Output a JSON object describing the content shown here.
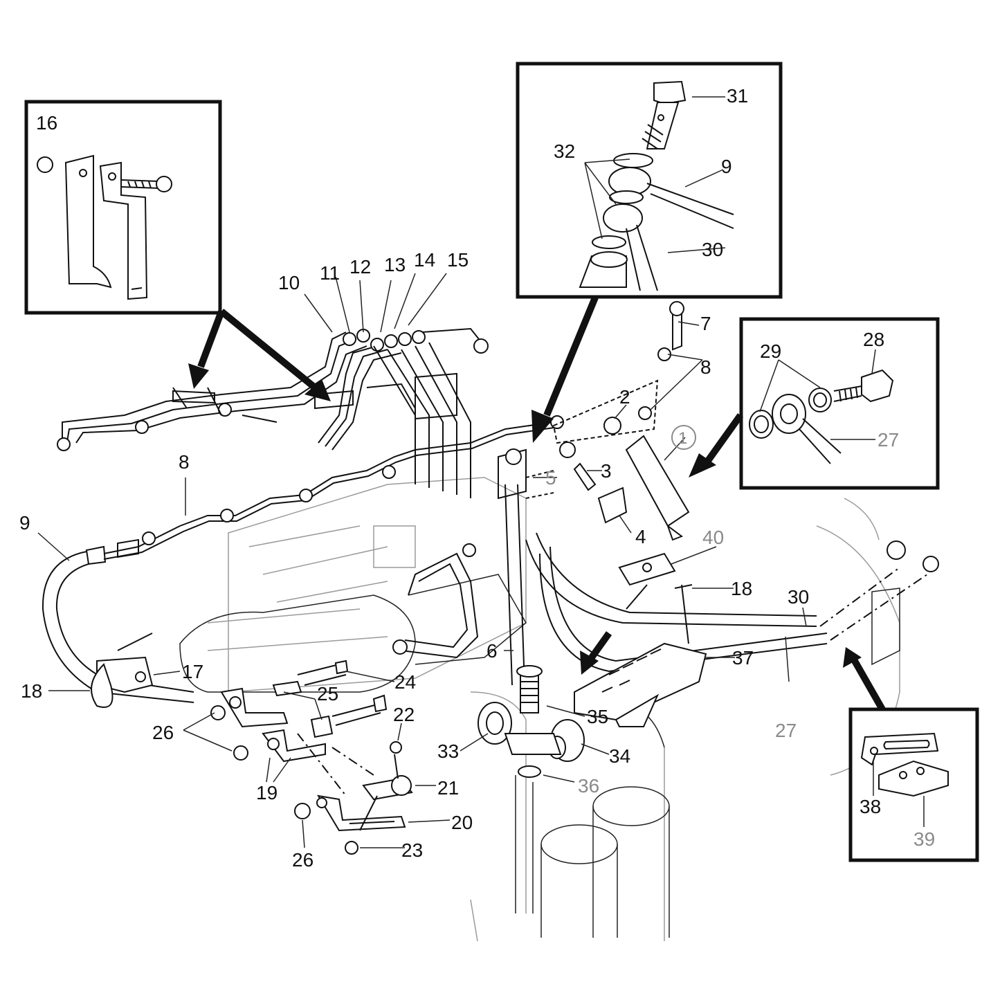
{
  "diagram": {
    "callouts": [
      {
        "id": "c1",
        "text": "1",
        "style": "gray-circled"
      },
      {
        "id": "c2",
        "text": "2"
      },
      {
        "id": "c3",
        "text": "3"
      },
      {
        "id": "c4",
        "text": "4"
      },
      {
        "id": "c5",
        "text": "5",
        "style": "gray"
      },
      {
        "id": "c6",
        "text": "6"
      },
      {
        "id": "c7",
        "text": "7"
      },
      {
        "id": "c8a",
        "text": "8"
      },
      {
        "id": "c8b",
        "text": "8"
      },
      {
        "id": "c9a",
        "text": "9"
      },
      {
        "id": "c9b",
        "text": "9"
      },
      {
        "id": "c10",
        "text": "10"
      },
      {
        "id": "c11",
        "text": "11"
      },
      {
        "id": "c12",
        "text": "12"
      },
      {
        "id": "c13",
        "text": "13"
      },
      {
        "id": "c14",
        "text": "14"
      },
      {
        "id": "c15",
        "text": "15"
      },
      {
        "id": "c16",
        "text": "16"
      },
      {
        "id": "c17",
        "text": "17"
      },
      {
        "id": "c18a",
        "text": "18"
      },
      {
        "id": "c18b",
        "text": "18"
      },
      {
        "id": "c19",
        "text": "19"
      },
      {
        "id": "c20",
        "text": "20"
      },
      {
        "id": "c21",
        "text": "21"
      },
      {
        "id": "c22",
        "text": "22"
      },
      {
        "id": "c23",
        "text": "23"
      },
      {
        "id": "c24",
        "text": "24"
      },
      {
        "id": "c25",
        "text": "25"
      },
      {
        "id": "c26a",
        "text": "26"
      },
      {
        "id": "c26b",
        "text": "26"
      },
      {
        "id": "c27a",
        "text": "27",
        "style": "gray"
      },
      {
        "id": "c27b",
        "text": "27",
        "style": "gray"
      },
      {
        "id": "c28",
        "text": "28"
      },
      {
        "id": "c29",
        "text": "29"
      },
      {
        "id": "c30a",
        "text": "30"
      },
      {
        "id": "c30b",
        "text": "30"
      },
      {
        "id": "c31",
        "text": "31"
      },
      {
        "id": "c32",
        "text": "32"
      },
      {
        "id": "c33",
        "text": "33"
      },
      {
        "id": "c34",
        "text": "34"
      },
      {
        "id": "c35",
        "text": "35"
      },
      {
        "id": "c36",
        "text": "36",
        "style": "gray"
      },
      {
        "id": "c37",
        "text": "37"
      },
      {
        "id": "c38",
        "text": "38"
      },
      {
        "id": "c39",
        "text": "39",
        "style": "gray"
      },
      {
        "id": "c40",
        "text": "40",
        "style": "gray"
      }
    ]
  }
}
